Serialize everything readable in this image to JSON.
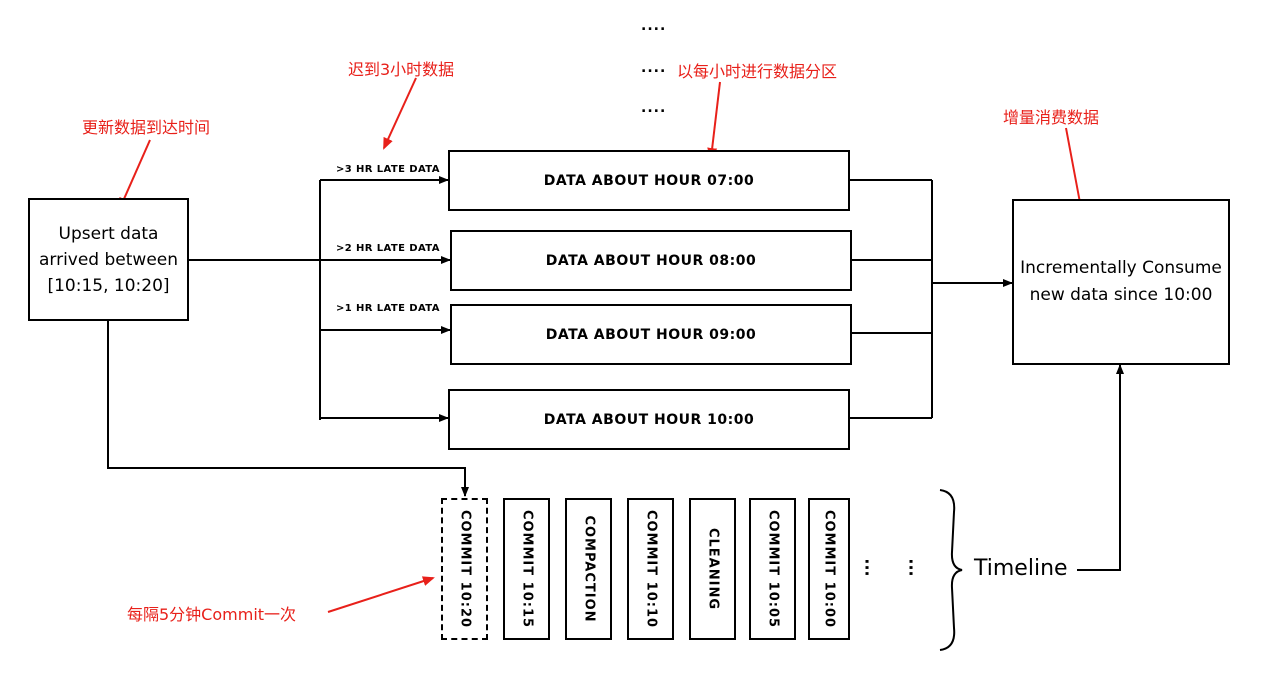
{
  "source_box": {
    "line1": "Upsert data",
    "line2": "arrived between",
    "line3": "[10:15, 10:20]"
  },
  "late_labels": {
    "hr3": ">3 HR LATE DATA",
    "hr2": ">2 HR LATE DATA",
    "hr1": ">1 HR LATE DATA"
  },
  "partitions": [
    {
      "label": "DATA ABOUT HOUR 07:00"
    },
    {
      "label": "DATA ABOUT HOUR 08:00"
    },
    {
      "label": "DATA ABOUT HOUR 09:00"
    },
    {
      "label": "DATA ABOUT HOUR 10:00"
    }
  ],
  "consumer_box": {
    "line1": "Incrementally Consume",
    "line2": "new data since 10:00"
  },
  "partition_dots": {
    "top": "....",
    "middle": "....",
    "bottom": "...."
  },
  "commits": [
    {
      "label": "COMMIT 10:20",
      "style": "dashed"
    },
    {
      "label": "COMMIT 10:15",
      "style": "solid"
    },
    {
      "label": "COMPACTION",
      "style": "solid"
    },
    {
      "label": "COMMIT 10:10",
      "style": "solid"
    },
    {
      "label": "CLEANING",
      "style": "solid"
    },
    {
      "label": "COMMIT 10:05",
      "style": "solid"
    },
    {
      "label": "COMMIT 10:00",
      "style": "solid"
    }
  ],
  "timeline_dots": [
    "...",
    "..."
  ],
  "timeline_label": "Timeline",
  "annotations": {
    "upsert_time": "更新数据到达时间",
    "late_3h": "迟到3小时数据",
    "hourly_partition": "以每小时进行数据分区",
    "incremental": "增量消费数据",
    "commit_interval": "每隔5分钟Commit一次"
  },
  "colors": {
    "annotation": "#e8201a",
    "stroke": "#000000"
  }
}
